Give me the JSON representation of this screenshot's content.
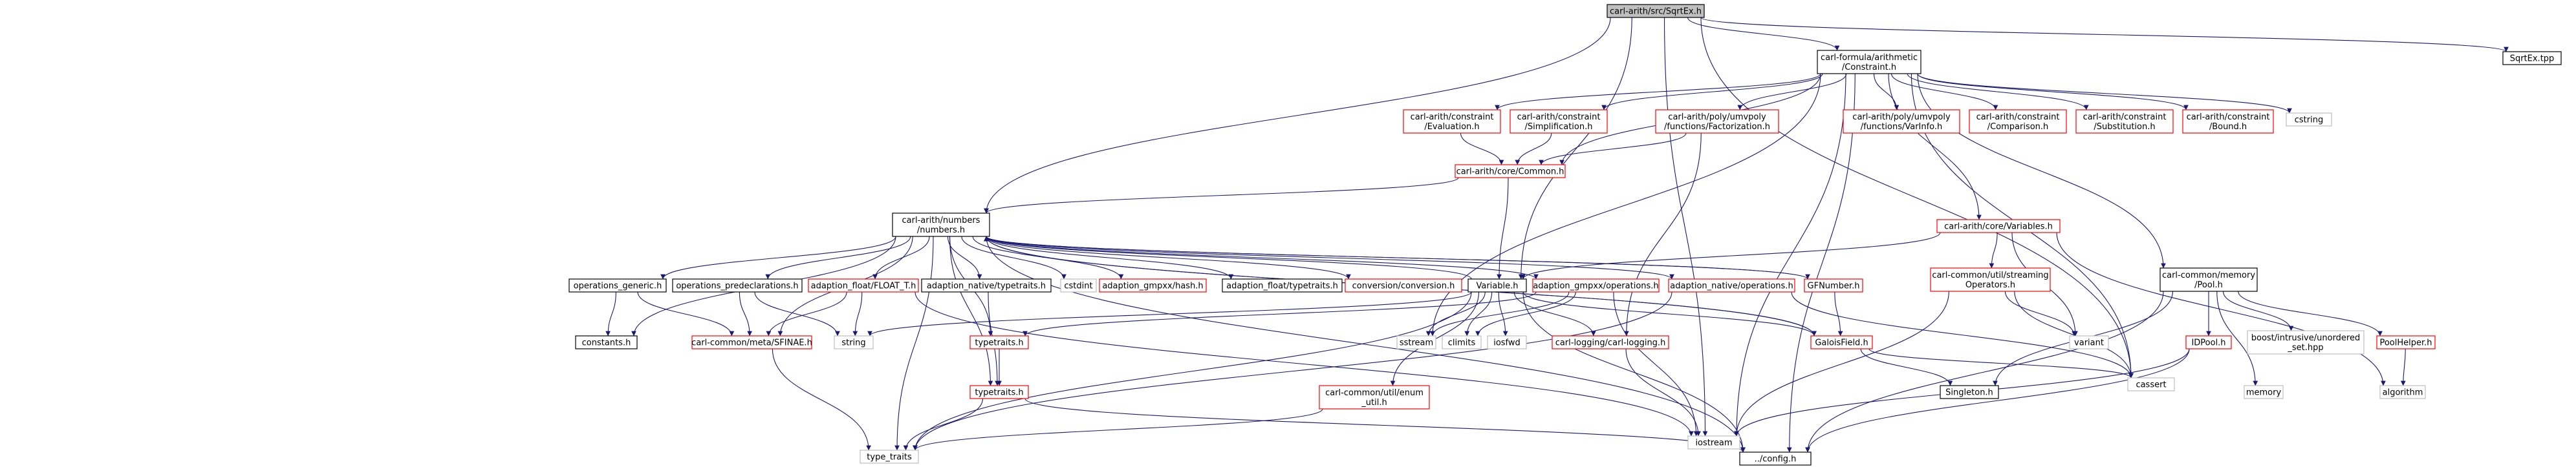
{
  "graph": {
    "nodes": [
      {
        "id": "root",
        "lines": [
          "carl-arith/src/SqrtEx.h"
        ],
        "style": "root"
      },
      {
        "id": "constraint",
        "lines": [
          "carl-formula/arithmetic",
          "/Constraint.h"
        ],
        "style": "black"
      },
      {
        "id": "sqrtex_tpp",
        "lines": [
          "SqrtEx.tpp"
        ],
        "style": "black"
      },
      {
        "id": "numbers",
        "lines": [
          "carl-arith/numbers",
          "/numbers.h"
        ],
        "style": "black"
      },
      {
        "id": "variable",
        "lines": [
          "Variable.h"
        ],
        "style": "black"
      },
      {
        "id": "iostream",
        "lines": [
          "iostream"
        ],
        "style": "gray"
      },
      {
        "id": "cassert",
        "lines": [
          "cassert"
        ],
        "style": "gray"
      },
      {
        "id": "config",
        "lines": [
          "../config.h"
        ],
        "style": "black"
      },
      {
        "id": "evaluation",
        "lines": [
          "carl-arith/constraint",
          "/Evaluation.h"
        ],
        "style": "red"
      },
      {
        "id": "simplification",
        "lines": [
          "carl-arith/constraint",
          "/Simplification.h"
        ],
        "style": "red"
      },
      {
        "id": "factorization",
        "lines": [
          "carl-arith/poly/umvpoly",
          "/functions/Factorization.h"
        ],
        "style": "red"
      },
      {
        "id": "varinfo",
        "lines": [
          "carl-arith/poly/umvpoly",
          "/functions/VarInfo.h"
        ],
        "style": "red"
      },
      {
        "id": "comparison",
        "lines": [
          "carl-arith/constraint",
          "/Comparison.h"
        ],
        "style": "red"
      },
      {
        "id": "substitution",
        "lines": [
          "carl-arith/constraint",
          "/Substitution.h"
        ],
        "style": "red"
      },
      {
        "id": "bound",
        "lines": [
          "carl-arith/constraint",
          "/Bound.h"
        ],
        "style": "red"
      },
      {
        "id": "cstring",
        "lines": [
          "cstring"
        ],
        "style": "gray"
      },
      {
        "id": "common",
        "lines": [
          "carl-arith/core/Common.h"
        ],
        "style": "red"
      },
      {
        "id": "variables",
        "lines": [
          "carl-arith/core/Variables.h"
        ],
        "style": "red"
      },
      {
        "id": "mempool",
        "lines": [
          "carl-common/memory",
          "/Pool.h"
        ],
        "style": "black"
      },
      {
        "id": "ops_generic",
        "lines": [
          "operations_generic.h"
        ],
        "style": "black"
      },
      {
        "id": "ops_predecl",
        "lines": [
          "operations_predeclarations.h"
        ],
        "style": "black"
      },
      {
        "id": "adaption_float",
        "lines": [
          "adaption_float/FLOAT_T.h"
        ],
        "style": "red"
      },
      {
        "id": "native_typetraits",
        "lines": [
          "adaption_native/typetraits.h"
        ],
        "style": "black"
      },
      {
        "id": "cstdint",
        "lines": [
          "cstdint"
        ],
        "style": "gray"
      },
      {
        "id": "gmpxx_hash",
        "lines": [
          "adaption_gmpxx/hash.h"
        ],
        "style": "red"
      },
      {
        "id": "float_typetraits",
        "lines": [
          "adaption_float/typetraits.h"
        ],
        "style": "black"
      },
      {
        "id": "conversion",
        "lines": [
          "conversion/conversion.h"
        ],
        "style": "red"
      },
      {
        "id": "gmpxx_ops",
        "lines": [
          "adaption_gmpxx/operations.h"
        ],
        "style": "red"
      },
      {
        "id": "native_ops",
        "lines": [
          "adaption_native/operations.h"
        ],
        "style": "red"
      },
      {
        "id": "gfnumber",
        "lines": [
          "GFNumber.h"
        ],
        "style": "red"
      },
      {
        "id": "streaming",
        "lines": [
          "carl-common/util/streaming",
          "Operators.h"
        ],
        "style": "red"
      },
      {
        "id": "constants",
        "lines": [
          "constants.h"
        ],
        "style": "black"
      },
      {
        "id": "sfinae",
        "lines": [
          "carl-common/meta/SFINAE.h"
        ],
        "style": "red"
      },
      {
        "id": "string",
        "lines": [
          "string"
        ],
        "style": "gray"
      },
      {
        "id": "typetraits_red1",
        "lines": [
          "typetraits.h"
        ],
        "style": "red"
      },
      {
        "id": "sstream",
        "lines": [
          "sstream"
        ],
        "style": "gray"
      },
      {
        "id": "climits",
        "lines": [
          "climits"
        ],
        "style": "gray"
      },
      {
        "id": "iosfwd",
        "lines": [
          "iosfwd"
        ],
        "style": "gray"
      },
      {
        "id": "logging",
        "lines": [
          "carl-logging/carl-logging.h"
        ],
        "style": "red"
      },
      {
        "id": "galoisfield",
        "lines": [
          "GaloisField.h"
        ],
        "style": "red"
      },
      {
        "id": "variant",
        "lines": [
          "variant"
        ],
        "style": "gray"
      },
      {
        "id": "boost_unordered",
        "lines": [
          "boost/intrusive/unordered",
          "_set.hpp"
        ],
        "style": "gray"
      },
      {
        "id": "idpool",
        "lines": [
          "IDPool.h"
        ],
        "style": "red"
      },
      {
        "id": "poolhelper",
        "lines": [
          "PoolHelper.h"
        ],
        "style": "red"
      },
      {
        "id": "typetraits_red2",
        "lines": [
          "typetraits.h"
        ],
        "style": "red"
      },
      {
        "id": "enum_util",
        "lines": [
          "carl-common/util/enum",
          "_util.h"
        ],
        "style": "red"
      },
      {
        "id": "singleton",
        "lines": [
          "Singleton.h"
        ],
        "style": "black"
      },
      {
        "id": "memory",
        "lines": [
          "memory"
        ],
        "style": "gray"
      },
      {
        "id": "algorithm",
        "lines": [
          "algorithm"
        ],
        "style": "gray"
      },
      {
        "id": "type_traits",
        "lines": [
          "type_traits"
        ],
        "style": "gray"
      }
    ],
    "edges": [
      [
        "root",
        "constraint"
      ],
      [
        "root",
        "sqrtex_tpp"
      ],
      [
        "root",
        "numbers"
      ],
      [
        "root",
        "variable"
      ],
      [
        "root",
        "iostream"
      ],
      [
        "root",
        "cassert"
      ],
      [
        "constraint",
        "evaluation"
      ],
      [
        "constraint",
        "simplification"
      ],
      [
        "constraint",
        "factorization"
      ],
      [
        "constraint",
        "varinfo"
      ],
      [
        "constraint",
        "comparison"
      ],
      [
        "constraint",
        "substitution"
      ],
      [
        "constraint",
        "bound"
      ],
      [
        "constraint",
        "cstring"
      ],
      [
        "constraint",
        "common"
      ],
      [
        "constraint",
        "variables"
      ],
      [
        "constraint",
        "mempool"
      ],
      [
        "constraint",
        "iostream"
      ],
      [
        "constraint",
        "cassert"
      ],
      [
        "constraint",
        "config"
      ],
      [
        "constraint",
        "sstream"
      ],
      [
        "evaluation",
        "common"
      ],
      [
        "simplification",
        "common"
      ],
      [
        "factorization",
        "common"
      ],
      [
        "factorization",
        "logging"
      ],
      [
        "common",
        "numbers"
      ],
      [
        "common",
        "variable"
      ],
      [
        "numbers",
        "ops_generic"
      ],
      [
        "numbers",
        "ops_predecl"
      ],
      [
        "numbers",
        "adaption_float"
      ],
      [
        "numbers",
        "native_typetraits"
      ],
      [
        "numbers",
        "cstdint"
      ],
      [
        "numbers",
        "gmpxx_hash"
      ],
      [
        "numbers",
        "float_typetraits"
      ],
      [
        "numbers",
        "conversion"
      ],
      [
        "numbers",
        "gmpxx_ops"
      ],
      [
        "numbers",
        "native_ops"
      ],
      [
        "numbers",
        "gfnumber"
      ],
      [
        "numbers",
        "constants"
      ],
      [
        "numbers",
        "sfinae"
      ],
      [
        "numbers",
        "typetraits_red1"
      ],
      [
        "numbers",
        "typetraits_red2"
      ],
      [
        "numbers",
        "config"
      ],
      [
        "numbers",
        "type_traits"
      ],
      [
        "numbers",
        "galoisfield"
      ],
      [
        "variables",
        "variable"
      ],
      [
        "variables",
        "streaming"
      ],
      [
        "variables",
        "variant"
      ],
      [
        "variables",
        "algorithm"
      ],
      [
        "mempool",
        "idpool"
      ],
      [
        "mempool",
        "poolhelper"
      ],
      [
        "mempool",
        "boost_unordered"
      ],
      [
        "mempool",
        "singleton"
      ],
      [
        "mempool",
        "memory"
      ],
      [
        "mempool",
        "config"
      ],
      [
        "ops_generic",
        "constants"
      ],
      [
        "ops_generic",
        "sfinae"
      ],
      [
        "ops_predecl",
        "sfinae"
      ],
      [
        "ops_predecl",
        "string"
      ],
      [
        "adaption_float",
        "sfinae"
      ],
      [
        "adaption_float",
        "string"
      ],
      [
        "adaption_float",
        "iostream"
      ],
      [
        "native_typetraits",
        "typetraits_red2"
      ],
      [
        "gmpxx_ops",
        "typetraits_red1"
      ],
      [
        "gmpxx_ops",
        "sstream"
      ],
      [
        "gmpxx_ops",
        "climits"
      ],
      [
        "gmpxx_ops",
        "iostream"
      ],
      [
        "native_ops",
        "cassert"
      ],
      [
        "native_ops",
        "type_traits"
      ],
      [
        "gfnumber",
        "numbers"
      ],
      [
        "gfnumber",
        "galoisfield"
      ],
      [
        "galoisfield",
        "numbers"
      ],
      [
        "galoisfield",
        "singleton"
      ],
      [
        "galoisfield",
        "cassert"
      ],
      [
        "variable",
        "string"
      ],
      [
        "variable",
        "sstream"
      ],
      [
        "variable",
        "climits"
      ],
      [
        "variable",
        "iosfwd"
      ],
      [
        "variable",
        "logging"
      ],
      [
        "variable",
        "enum_util"
      ],
      [
        "variable",
        "type_traits"
      ],
      [
        "variable",
        "config"
      ],
      [
        "variable",
        "numbers"
      ],
      [
        "variable",
        "galoisfield"
      ],
      [
        "logging",
        "iostream"
      ],
      [
        "streaming",
        "cassert"
      ],
      [
        "streaming",
        "variant"
      ],
      [
        "streaming",
        "iostream"
      ],
      [
        "idpool",
        "iostream"
      ],
      [
        "idpool",
        "config"
      ],
      [
        "poolhelper",
        "algorithm"
      ],
      [
        "typetraits_red1",
        "typetraits_red2"
      ],
      [
        "typetraits_red2",
        "type_traits"
      ],
      [
        "typetraits_red2",
        "config"
      ],
      [
        "sfinae",
        "type_traits"
      ],
      [
        "enum_util",
        "type_traits"
      ]
    ]
  }
}
